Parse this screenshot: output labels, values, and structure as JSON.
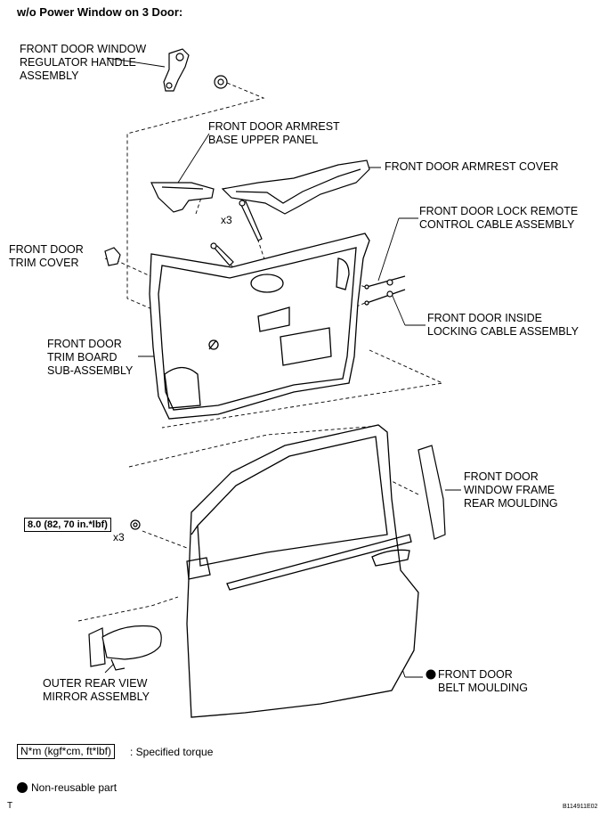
{
  "title": "w/o Power Window on 3 Door:",
  "labels": {
    "regulator_handle": [
      "FRONT DOOR WINDOW",
      "REGULATOR HANDLE",
      "ASSEMBLY"
    ],
    "armrest_base": [
      "FRONT DOOR ARMREST",
      "BASE UPPER PANEL"
    ],
    "armrest_cover": [
      "FRONT DOOR ARMREST COVER"
    ],
    "lock_remote_cable": [
      "FRONT DOOR LOCK REMOTE",
      "CONTROL CABLE ASSEMBLY"
    ],
    "trim_cover": [
      "FRONT DOOR",
      "TRIM COVER"
    ],
    "inside_locking_cable": [
      "FRONT DOOR INSIDE",
      "LOCKING CABLE ASSEMBLY"
    ],
    "trim_board": [
      "FRONT DOOR",
      "TRIM BOARD",
      "SUB-ASSEMBLY"
    ],
    "frame_moulding": [
      "FRONT DOOR",
      "WINDOW FRAME",
      "REAR MOULDING"
    ],
    "mirror": [
      "OUTER REAR VIEW",
      "MIRROR ASSEMBLY"
    ],
    "belt_moulding": [
      "FRONT DOOR",
      "BELT MOULDING"
    ]
  },
  "quantities": {
    "screws": "x3",
    "nuts": "x3"
  },
  "torque_value": "8.0 (82, 70 in.*lbf)",
  "legend": {
    "torque_unit": "N*m (kgf*cm, ft*lbf)",
    "torque_text": ": Specified torque",
    "nonreusable_text": "Non-reusable part"
  },
  "footer": {
    "left": "T",
    "code": "B114911E02"
  }
}
